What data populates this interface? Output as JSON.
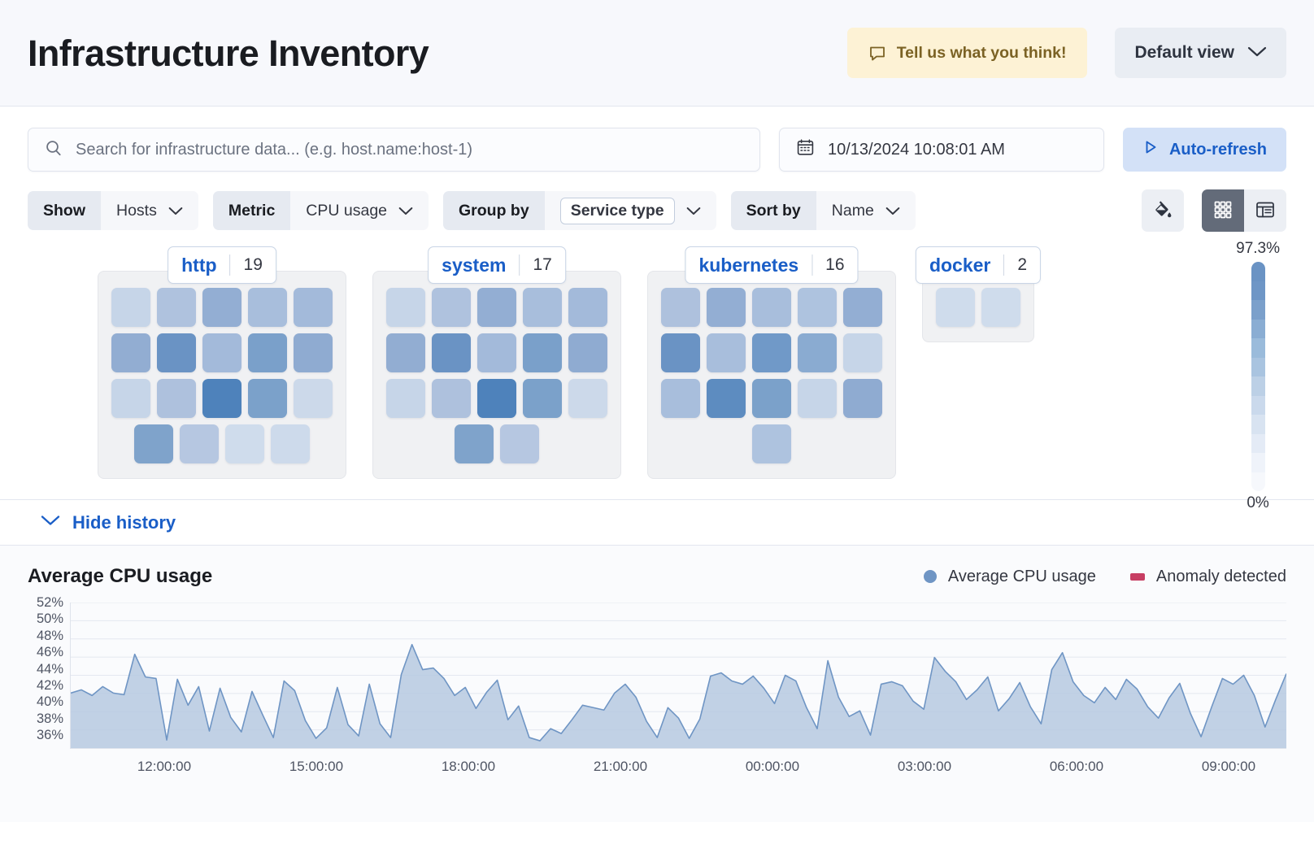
{
  "header": {
    "title": "Infrastructure Inventory",
    "feedback_label": "Tell us what you think!",
    "view_label": "Default view"
  },
  "search": {
    "placeholder": "Search for infrastructure data... (e.g. host.name:host-1)",
    "value": ""
  },
  "datepicker": {
    "value": "10/13/2024 10:08:01 AM"
  },
  "refresh": {
    "label": "Auto-refresh"
  },
  "filters": [
    {
      "label": "Show",
      "value": "Hosts",
      "boxed": false
    },
    {
      "label": "Metric",
      "value": "CPU usage",
      "boxed": false
    },
    {
      "label": "Group by",
      "value": "Service type",
      "boxed": true
    },
    {
      "label": "Sort by",
      "value": "Name",
      "boxed": false
    }
  ],
  "view_toggles": {
    "palette_icon": "paint-bucket-icon",
    "map_icon": "waffle-grid-icon",
    "table_icon": "table-view-icon",
    "active": "waffle-grid-icon"
  },
  "legend_scale": {
    "max_label": "97.3%",
    "min_label": "0%",
    "steps": [
      "#6a93c4",
      "#6e96c6",
      "#7ba0cb",
      "#8aadd3",
      "#9abbdb",
      "#a9c4e0",
      "#bcd0e6",
      "#cad9ec",
      "#d8e3f1",
      "#e4ebf6",
      "#eff3fa",
      "#f6f8fc"
    ]
  },
  "groups": [
    {
      "name": "http",
      "count": "19",
      "rows": [
        [
          "#c6d5e8",
          "#afc2de",
          "#93aed3",
          "#a8bedc",
          "#a3bada"
        ],
        [
          "#92add2",
          "#6a93c4",
          "#a3bada",
          "#7aa0ca",
          "#8fabd1"
        ],
        [
          "#c6d5e8",
          "#aec1dd",
          "#4e82bb",
          "#7ba1ca",
          "#ccd9ea"
        ],
        [
          "#7fa3cb",
          "#b6c7e1",
          "#cfdcec",
          "#cddaeb"
        ]
      ]
    },
    {
      "name": "system",
      "count": "17",
      "rows": [
        [
          "#c6d5e8",
          "#afc2de",
          "#93aed3",
          "#a8bedc",
          "#a3bada"
        ],
        [
          "#92add2",
          "#6a93c4",
          "#a3bada",
          "#7aa0ca",
          "#8fabd1"
        ],
        [
          "#c6d5e8",
          "#aec1dd",
          "#4e82bb",
          "#7ba1ca",
          "#ccd9ea"
        ],
        [
          "#7fa3cb",
          "#b6c7e1"
        ]
      ]
    },
    {
      "name": "kubernetes",
      "count": "16",
      "rows": [
        [
          "#aec1dd",
          "#93aed3",
          "#a8bedc",
          "#aec3df",
          "#93aed3"
        ],
        [
          "#6a93c4",
          "#a8bedc",
          "#7099c8",
          "#8aabd1",
          "#c6d5e8"
        ],
        [
          "#a8bedc",
          "#5d8cc0",
          "#7ba1ca",
          "#c6d5e8",
          "#8fabd1"
        ],
        [
          "#aec3df"
        ]
      ]
    },
    {
      "name": "docker",
      "count": "2",
      "rows": [
        [
          "#cfdcec",
          "#cfdcec"
        ]
      ]
    }
  ],
  "history": {
    "toggle_label": "Hide history"
  },
  "chart_data": {
    "type": "area",
    "title": "Average CPU usage",
    "xlabel": "",
    "ylabel": "",
    "grid": true,
    "legend_position": "top-right",
    "legend": [
      {
        "name": "Average CPU usage",
        "color": "#6f95c4",
        "marker": "circle"
      },
      {
        "name": "Anomaly detected",
        "color": "#c73e63",
        "marker": "square"
      }
    ],
    "ytick_labels": [
      "52%",
      "50%",
      "48%",
      "46%",
      "44%",
      "42%",
      "40%",
      "38%",
      "36%"
    ],
    "ylim": [
      35,
      53
    ],
    "xtick_labels": [
      "12:00:00",
      "15:00:00",
      "18:00:00",
      "21:00:00",
      "00:00:00",
      "03:00:00",
      "06:00:00",
      "09:00:00"
    ],
    "series": [
      {
        "name": "Average CPU usage",
        "color": "#6f95c4",
        "fill": "#b6c9e0",
        "values": [
          41.8,
          42.2,
          41.5,
          42.6,
          41.8,
          41.6,
          46.6,
          43.8,
          43.6,
          36.0,
          43.5,
          40.3,
          42.6,
          37.1,
          42.4,
          38.8,
          37.0,
          42.0,
          39.1,
          36.3,
          43.3,
          42.1,
          38.4,
          36.2,
          37.5,
          42.5,
          37.9,
          36.5,
          42.9,
          38.0,
          36.3,
          44.1,
          47.8,
          44.7,
          44.9,
          43.6,
          41.5,
          42.5,
          39.9,
          41.9,
          43.4,
          38.5,
          40.2,
          36.3,
          35.9,
          37.4,
          36.8,
          38.5,
          40.3,
          40.0,
          39.7,
          41.8,
          42.9,
          41.3,
          38.3,
          36.3,
          40.0,
          38.7,
          36.2,
          38.6,
          43.9,
          44.3,
          43.3,
          42.9,
          43.9,
          42.4,
          40.5,
          44.0,
          43.3,
          40.0,
          37.4,
          45.8,
          41.3,
          38.9,
          39.6,
          36.6,
          42.9,
          43.2,
          42.7,
          40.8,
          39.8,
          46.2,
          44.5,
          43.2,
          41.0,
          42.2,
          43.8,
          39.6,
          41.1,
          43.1,
          40.1,
          38.0,
          44.7,
          46.8,
          43.2,
          41.5,
          40.6,
          42.5,
          41.0,
          43.5,
          42.3,
          40.1,
          38.7,
          41.2,
          43.0,
          39.3,
          36.4,
          40.1,
          43.6,
          42.9,
          44.0,
          41.5,
          37.6,
          41.0,
          44.2
        ]
      }
    ]
  }
}
